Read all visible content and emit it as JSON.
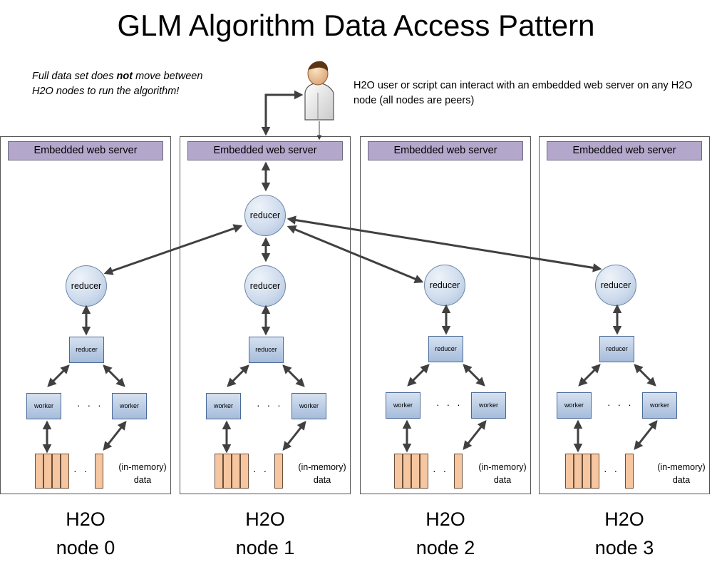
{
  "title": "GLM Algorithm Data Access Pattern",
  "note": {
    "part1": "Full data set does ",
    "bold": "not",
    "part2": " move between H2O nodes to run the algorithm!"
  },
  "user_note": "H2O user or script can interact with an embedded web server on any H2O node (all nodes are peers)",
  "icons": {
    "user": "person-icon"
  },
  "colors": {
    "web_server_bar": "#b4a7cc",
    "reducer_circle": "#cfdced",
    "task_box": "#a6bcdb",
    "data_block": "#f6c6a0",
    "arrow": "#404040"
  },
  "labels": {
    "web_server": "Embedded web server",
    "reducer": "reducer",
    "worker": "worker",
    "ellipsis": "· · ·",
    "data_line1": "(in-memory)",
    "data_line2": "data"
  },
  "nodes": [
    {
      "name": "H2O",
      "id": "node 0"
    },
    {
      "name": "H2O",
      "id": "node 1"
    },
    {
      "name": "H2O",
      "id": "node 2"
    },
    {
      "name": "H2O",
      "id": "node 3"
    }
  ]
}
